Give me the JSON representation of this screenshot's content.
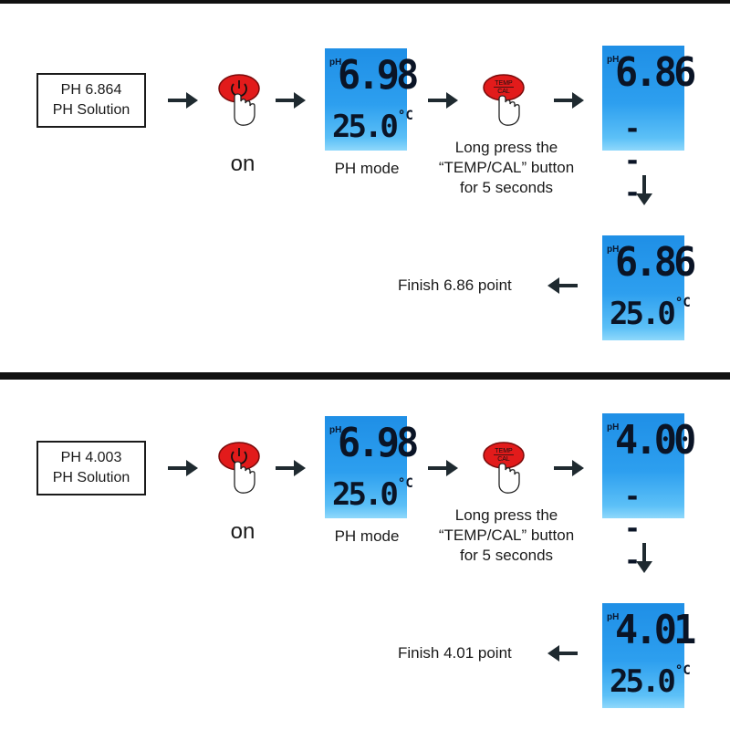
{
  "panels": [
    {
      "solution": {
        "line1": "PH 6.864",
        "line2": "PH Solution"
      },
      "on_label": "on",
      "power_icon": "power-button-hand-icon",
      "mode_display": {
        "ph_tag": "pH",
        "value": "6.98",
        "temp": "25.0",
        "unit": "°C"
      },
      "mode_label": "PH mode",
      "cal_button": {
        "top": "TEMP",
        "bottom": "CAL"
      },
      "instruction": {
        "line1": "Long press the",
        "line2": "“TEMP/CAL”  button",
        "line3": "for 5 seconds"
      },
      "cal_display": {
        "ph_tag": "pH",
        "value": "6.86",
        "dashes": "- - -"
      },
      "finish_display": {
        "ph_tag": "pH",
        "value": "6.86",
        "temp": "25.0",
        "unit": "°C"
      },
      "finish_label": "Finish 6.86 point"
    },
    {
      "solution": {
        "line1": "PH 4.003",
        "line2": "PH Solution"
      },
      "on_label": "on",
      "power_icon": "power-button-hand-icon",
      "mode_display": {
        "ph_tag": "pH",
        "value": "6.98",
        "temp": "25.0",
        "unit": "°C"
      },
      "mode_label": "PH mode",
      "cal_button": {
        "top": "TEMP",
        "bottom": "CAL"
      },
      "instruction": {
        "line1": "Long press the",
        "line2": "“TEMP/CAL”  button",
        "line3": "for 5 seconds"
      },
      "cal_display": {
        "ph_tag": "pH",
        "value": "4.00",
        "dashes": "- - -"
      },
      "finish_display": {
        "ph_tag": "pH",
        "value": "4.01",
        "temp": "25.0",
        "unit": "°C"
      },
      "finish_label": "Finish 4.01 point"
    }
  ],
  "colors": {
    "button_red": "#e21b1b",
    "lcd_blue": "#2d9fef",
    "divider": "#111111",
    "arrow": "#1f2a30"
  }
}
